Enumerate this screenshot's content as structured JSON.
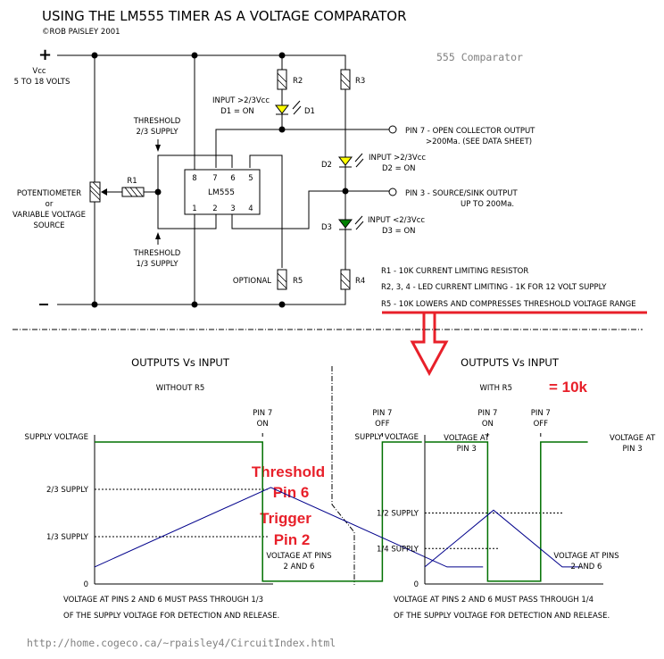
{
  "header": {
    "title": "USING THE LM555 TIMER AS A VOLTAGE COMPARATOR",
    "copyright": "©ROB PAISLEY 2001",
    "watermark": "555 Comparator"
  },
  "supply": {
    "plus_symbol": "+",
    "minus_symbol": "—",
    "vcc_label": "Vcc",
    "vcc_range": "5 TO 18 VOLTS"
  },
  "potentiometer": {
    "line1": "POTENTIOMETER",
    "line2": "or",
    "line3": "VARIABLE VOLTAGE",
    "line4": "SOURCE"
  },
  "components": {
    "r1": "R1",
    "r2": "R2",
    "r3": "R3",
    "r4": "R4",
    "r5": "R5",
    "d1": "D1",
    "d2": "D2",
    "d3": "D3",
    "optional": "OPTIONAL",
    "ic_name": "LM555",
    "ic_pins_top": [
      "8",
      "7",
      "6",
      "5"
    ],
    "ic_pins_bottom": [
      "1",
      "2",
      "3",
      "4"
    ]
  },
  "led_colors": {
    "d1": "#ffff00",
    "d2": "#ffff00",
    "d3": "#008000"
  },
  "annotations": {
    "threshold_top_1": "THRESHOLD",
    "threshold_top_2": "2/3 SUPPLY",
    "threshold_bottom_1": "THRESHOLD",
    "threshold_bottom_2": "1/3 SUPPLY",
    "d1_note_1": "INPUT >2/3Vcc",
    "d1_note_2": "D1 = ON",
    "d2_note_1": "INPUT >2/3Vcc",
    "d2_note_2": "D2 = ON",
    "d3_note_1": "INPUT <2/3Vcc",
    "d3_note_2": "D3 = ON",
    "pin7_out_1": "PIN 7 - OPEN COLLECTOR OUTPUT",
    "pin7_out_2": ">200Ma.  (SEE DATA SHEET)",
    "pin3_out_1": "PIN 3 - SOURCE/SINK OUTPUT",
    "pin3_out_2": "UP TO 200Ma."
  },
  "notes": [
    "R1 - 10K CURRENT LIMITING RESISTOR",
    "R2, 3, 4 - LED CURRENT LIMITING - 1K FOR 12 VOLT SUPPLY",
    "R5 - 10K  LOWERS AND COMPRESSES THRESHOLD VOLTAGE RANGE"
  ],
  "overlay": {
    "accent_color": "#e8202a",
    "with_r5_value": "= 10k",
    "threshold": "Threshold",
    "pin6": "Pin 6",
    "trigger": "Trigger",
    "pin2": "Pin 2"
  },
  "footer": {
    "url": "http://home.cogeco.ca/~rpaisley4/CircuitIndex.html"
  },
  "chart_data": [
    {
      "type": "line",
      "title": "OUTPUTS Vs INPUT",
      "subtitle": "WITHOUT R5",
      "y_tick_labels": [
        "SUPPLY VOLTAGE",
        "2/3 SUPPLY",
        "1/3 SUPPLY",
        "0"
      ],
      "y_ticks": [
        1.0,
        0.6667,
        0.3333,
        0
      ],
      "ylim": [
        0,
        1
      ],
      "xlim": [
        0,
        10
      ],
      "markers": [
        {
          "label_1": "PIN 7",
          "label_2": "ON",
          "x": 4.67
        },
        {
          "label_1": "PIN 7",
          "label_2": "OFF",
          "x": 8.0
        }
      ],
      "series": [
        {
          "name": "VOLTAGE AT PIN 3",
          "label_1": "VOLTAGE AT",
          "label_2": "PIN 3",
          "color": "#007000",
          "points": [
            [
              0,
              1.0
            ],
            [
              4.67,
              1.0
            ],
            [
              4.67,
              0.02
            ],
            [
              8.0,
              0.02
            ],
            [
              8.0,
              1.0
            ],
            [
              9.1,
              1.0
            ]
          ]
        },
        {
          "name": "VOLTAGE AT PINS 2 AND 6",
          "label_1": "VOLTAGE AT PINS",
          "label_2": "2 AND 6",
          "color": "#00008b",
          "points": [
            [
              0,
              0.12
            ],
            [
              4.9,
              0.68
            ],
            [
              9.8,
              0.12
            ],
            [
              10.8,
              0.12
            ]
          ]
        }
      ],
      "caption": [
        "VOLTAGE AT PINS 2 AND 6 MUST PASS THROUGH 1/3",
        "OF THE SUPPLY VOLTAGE FOR DETECTION AND RELEASE."
      ]
    },
    {
      "type": "line",
      "title": "OUTPUTS Vs INPUT",
      "subtitle": "WITH R5",
      "y_tick_labels": [
        "SUPPLY VOLTAGE",
        "1/2 SUPPLY",
        "1/4 SUPPLY",
        "0"
      ],
      "y_ticks": [
        1.0,
        0.5,
        0.25,
        0
      ],
      "ylim": [
        0,
        1
      ],
      "xlim": [
        0,
        10
      ],
      "markers": [
        {
          "label_1": "PIN 7",
          "label_2": "ON",
          "x": 3.2
        },
        {
          "label_1": "PIN 7",
          "label_2": "OFF",
          "x": 5.9
        }
      ],
      "series": [
        {
          "name": "VOLTAGE AT PIN 3",
          "label_1": "VOLTAGE AT",
          "label_2": "PIN 3",
          "color": "#007000",
          "points": [
            [
              0,
              1.0
            ],
            [
              3.2,
              1.0
            ],
            [
              3.2,
              0.02
            ],
            [
              5.9,
              0.02
            ],
            [
              5.9,
              1.0
            ],
            [
              8.3,
              1.0
            ]
          ]
        },
        {
          "name": "VOLTAGE AT PINS 2 AND 6",
          "label_1": "VOLTAGE AT PINS",
          "label_2": "2 AND 6",
          "color": "#00008b",
          "points": [
            [
              0,
              0.12
            ],
            [
              3.5,
              0.52
            ],
            [
              7.0,
              0.12
            ],
            [
              8.0,
              0.12
            ]
          ]
        }
      ],
      "caption": [
        "VOLTAGE AT PINS 2 AND 6 MUST PASS THROUGH 1/4",
        "OF THE SUPPLY VOLTAGE FOR DETECTION AND RELEASE."
      ]
    }
  ]
}
